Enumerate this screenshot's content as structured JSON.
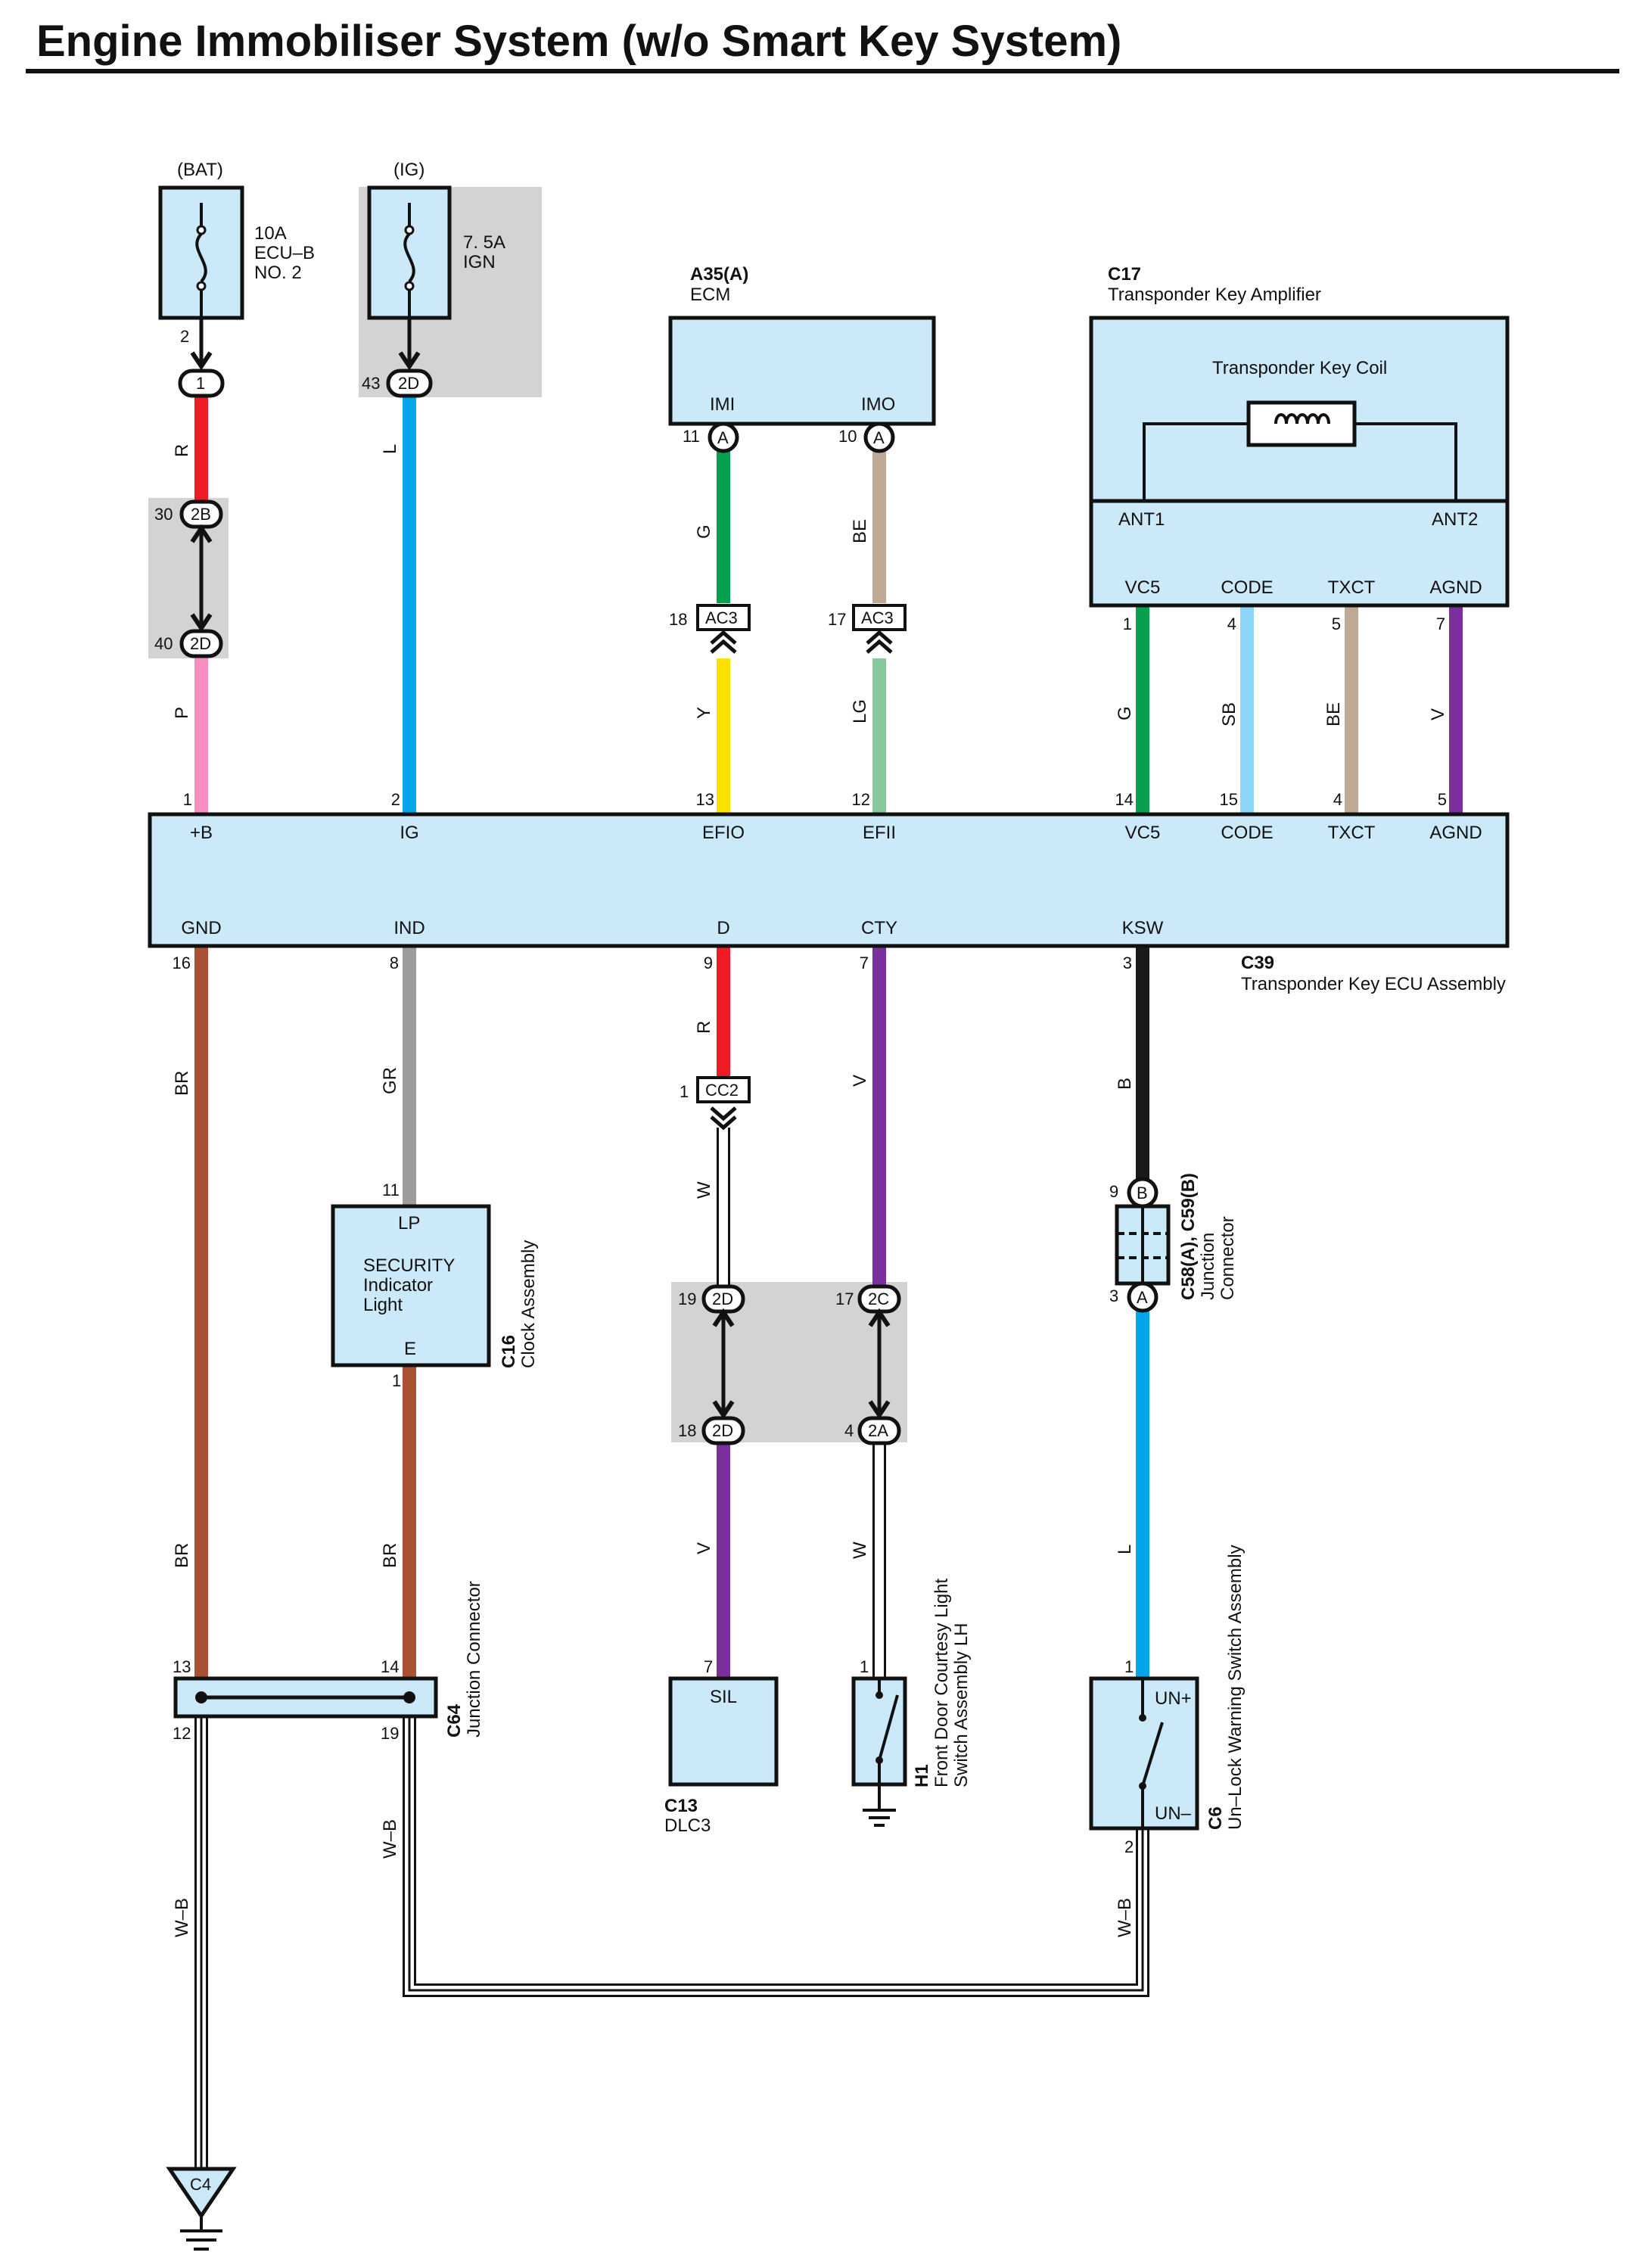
{
  "title": "Engine Immobiliser System (w/o Smart Key System)",
  "colors": {
    "R": "#ef1c25",
    "P": "#f48fc0",
    "L": "#03a6ea",
    "G": "#06a04e",
    "BE": "#bfa995",
    "Y": "#fde100",
    "LG": "#86c99c",
    "SB": "#8dd5f6",
    "V": "#7b2f9c",
    "BR": "#a85233",
    "GR": "#9c9c9c",
    "B": "#1a1a1a",
    "W": "#ffffff",
    "component_fill": "#cbe9f8",
    "joint_shade": "#d3d3d3"
  },
  "fuses": {
    "bat": {
      "supply": "(BAT)",
      "rating": "10A",
      "name1": "ECU–B",
      "name2": "NO. 2",
      "pin": "2",
      "connector": "1"
    },
    "ig": {
      "supply": "(IG)",
      "rating": "7. 5A",
      "name": "IGN",
      "pin": "43",
      "connector": "2D"
    }
  },
  "ecm": {
    "code": "A35(A)",
    "name": "ECM",
    "pin_imi": "IMI",
    "pin_imo": "IMO",
    "n_imi": "11",
    "n_imo": "10",
    "conn": "A"
  },
  "amplifier": {
    "code": "C17",
    "name": "Transponder Key Amplifier",
    "coil": "Transponder Key Coil",
    "ant1": "ANT1",
    "ant2": "ANT2",
    "pins": [
      {
        "label": "VC5",
        "num": "1",
        "wire": "G"
      },
      {
        "label": "CODE",
        "num": "4",
        "wire": "SB"
      },
      {
        "label": "TXCT",
        "num": "5",
        "wire": "BE"
      },
      {
        "label": "AGND",
        "num": "7",
        "wire": "V"
      }
    ]
  },
  "ecu": {
    "code": "C39",
    "name": "Transponder Key ECU Assembly",
    "top_pins": [
      {
        "label": "+B",
        "num": "1"
      },
      {
        "label": "IG",
        "num": "2"
      },
      {
        "label": "EFIO",
        "num": "13"
      },
      {
        "label": "EFII",
        "num": "12"
      },
      {
        "label": "VC5",
        "num": "14"
      },
      {
        "label": "CODE",
        "num": "15"
      },
      {
        "label": "TXCT",
        "num": "4"
      },
      {
        "label": "AGND",
        "num": "5"
      }
    ],
    "bottom_pins": [
      {
        "label": "GND",
        "num": "16"
      },
      {
        "label": "IND",
        "num": "8"
      },
      {
        "label": "D",
        "num": "9"
      },
      {
        "label": "CTY",
        "num": "7"
      },
      {
        "label": "KSW",
        "num": "3"
      }
    ]
  },
  "wires": {
    "bat_r": "R",
    "bat_p": "P",
    "ig_l": "L",
    "ecm_g": "G",
    "ecm_be": "BE",
    "efio_y": "Y",
    "efii_lg": "LG",
    "gnd_br": "BR",
    "ind_gr": "GR",
    "d_r": "R",
    "d_w": "W",
    "cty_v": "V",
    "ksw_b": "B",
    "gnd_br2": "BR",
    "ind_br": "BR",
    "sil_v": "V",
    "h1_w": "W",
    "ksw_l": "L",
    "wb1": "W–B",
    "wb2": "W–B",
    "wb3": "W–B"
  },
  "joints": {
    "j1": {
      "num": "30",
      "conn": "2B"
    },
    "j2": {
      "num": "40",
      "conn": "2D"
    },
    "ac3a": {
      "num": "18",
      "conn": "AC3"
    },
    "ac3b": {
      "num": "17",
      "conn": "AC3"
    },
    "cc2": {
      "num": "1",
      "conn": "CC2"
    },
    "d19": {
      "num": "19",
      "conn": "2D"
    },
    "d18": {
      "num": "18",
      "conn": "2D"
    },
    "c17": {
      "num": "17",
      "conn": "2C"
    },
    "a4": {
      "num": "4",
      "conn": "2A"
    }
  },
  "clock": {
    "code": "C16",
    "name": "Clock Assembly",
    "lp": "LP",
    "e": "E",
    "line1": "SECURITY",
    "line2": "Indicator",
    "line3": "Light",
    "pin_lp": "11",
    "pin_e": "1"
  },
  "junction_c58": {
    "code": "C58(A), C59(B)",
    "name1": "Junction",
    "name2": "Connector",
    "pin_b": "9",
    "conn_b": "B",
    "pin_a": "3",
    "conn_a": "A"
  },
  "junction_c64": {
    "code": "C64",
    "name": "Junction Connector",
    "p13": "13",
    "p14": "14",
    "p12": "12",
    "p19": "19"
  },
  "dlc3": {
    "code": "C13",
    "name": "DLC3",
    "pin_label": "SIL",
    "pin": "7"
  },
  "h1": {
    "code": "H1",
    "name1": "Front Door Courtesy Light",
    "name2": "Switch Assembly LH",
    "pin": "1"
  },
  "c6": {
    "code": "C6",
    "name": "Un–Lock Warning Switch Assembly",
    "unp": "UN+",
    "unm": "UN–",
    "pin1": "1",
    "pin2": "2"
  },
  "ground": {
    "code": "C4"
  }
}
